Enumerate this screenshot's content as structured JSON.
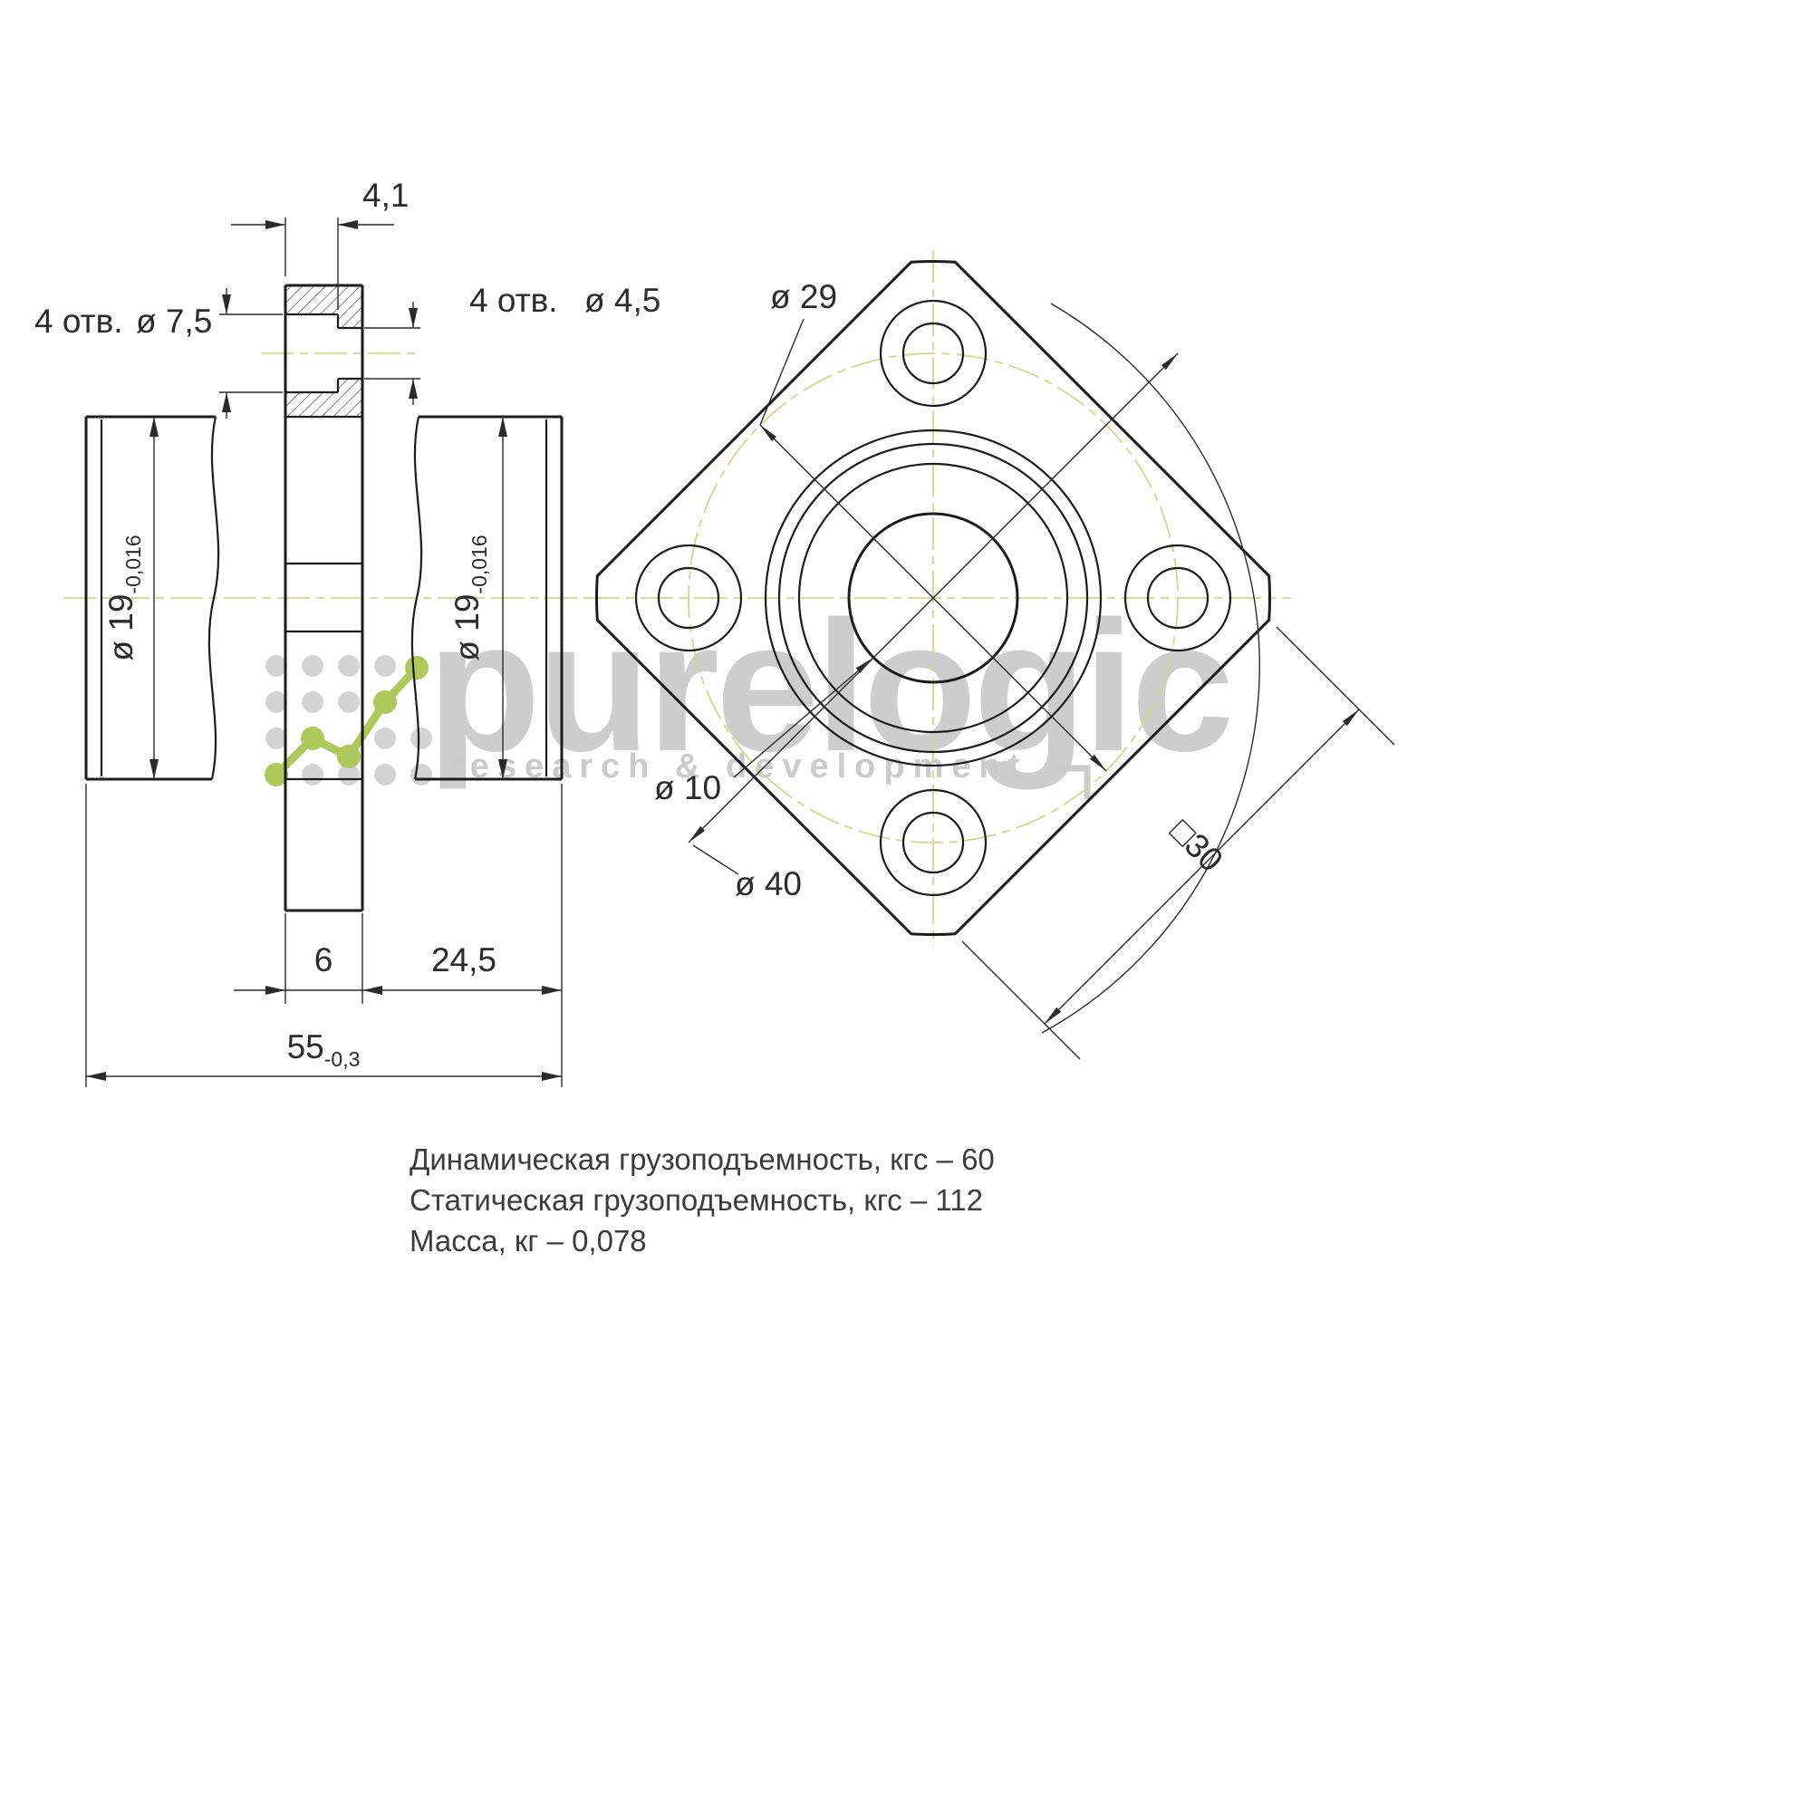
{
  "side_view": {
    "dim_top": "4,1",
    "callout_left_qty": "4 отв.",
    "callout_left_dia": "ø 7,5",
    "callout_right_qty": "4 отв.",
    "callout_right_dia": "ø 4,5",
    "dia_body_left": "ø 19",
    "dia_body_left_tol": "-0,016",
    "dia_body_right": "ø 19",
    "dia_body_right_tol": "-0,016",
    "dim_flange_thickness": "6",
    "dim_right_length": "24,5",
    "dim_total_length": "55",
    "dim_total_length_tol": "-0,3"
  },
  "front_view": {
    "dia_bolt_circle": "ø 29",
    "dia_bore": "ø 10",
    "dia_flange": "ø 40",
    "dim_square": "□30"
  },
  "specs": {
    "line1": "Динамическая грузоподъемность, кгс – 60",
    "line2": "Статическая грузоподъемность, кгс – 112",
    "line3": "Масса, кг – 0,078"
  },
  "watermark": {
    "brand": "purelogic",
    "tagline": "research & development"
  },
  "colors": {
    "line": "#1c1c1c",
    "centerline": "#d3d78b",
    "watermark_gray": "#cbcbcb",
    "logo_green": "#abc653"
  }
}
